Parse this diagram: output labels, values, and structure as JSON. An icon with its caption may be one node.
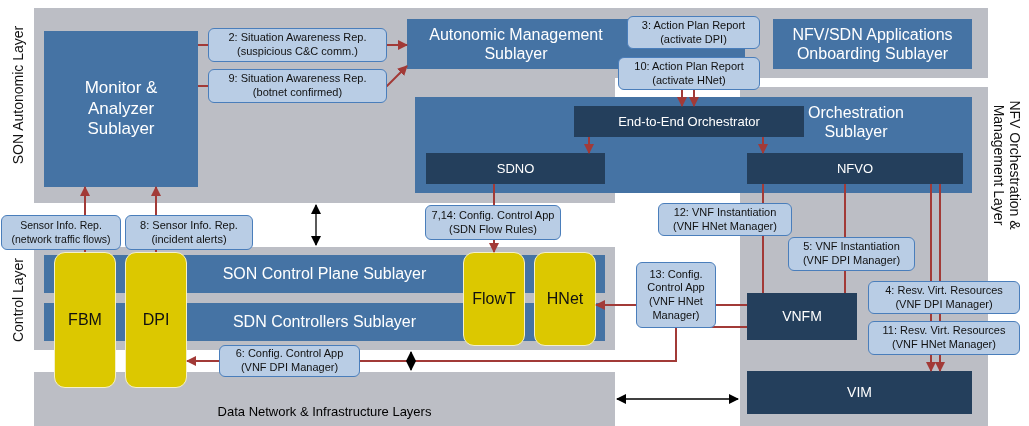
{
  "diagram": {
    "nodes": [
      {
        "text": [
          "SON Autonomic Layer"
        ]
      },
      {
        "text": [
          "Monitor & Analyzer Sublayer"
        ],
        "in": 0
      },
      {
        "text": [
          "Autonomic Management Sublayer"
        ],
        "in": 0
      },
      {
        "text": [
          "NFV/SDN Applications Onboarding Sublayer"
        ],
        "in": 0
      },
      {
        "text": [
          "NFV Orchestration & Management Layer"
        ]
      },
      {
        "text": [
          "Orchestration Sublayer"
        ]
      },
      {
        "text": [
          "End-to-End Orchestrator"
        ],
        "in": 5
      },
      {
        "text": [
          "SDNO"
        ],
        "in": 5
      },
      {
        "text": [
          "NFVO"
        ]
      },
      {
        "text": [
          "Control Layer"
        ]
      },
      {
        "text": [
          "SON Control Plane Sublayer"
        ],
        "in": 9
      },
      {
        "text": [
          "SDN Controllers Sublayer"
        ],
        "in": 9
      },
      {
        "text": [
          "FBM"
        ]
      },
      {
        "text": [
          "DPI"
        ]
      },
      {
        "text": [
          "FlowT"
        ],
        "in": 9
      },
      {
        "text": [
          "HNet"
        ],
        "in": 9
      },
      {
        "text": [
          "Data Network & Infrastructure Layers"
        ]
      },
      {
        "text": [
          "VNFM"
        ],
        "in": 4
      },
      {
        "text": [
          "VIM"
        ],
        "in": 4
      }
    ],
    "edges": [
      {
        "from": 12,
        "to": 1,
        "arrow": "to",
        "label": "Sensor Info. Rep. (network traffic flows)"
      },
      {
        "from": 13,
        "to": 1,
        "arrow": "to",
        "label": "8: Sensor Info. Rep. (incident alerts)"
      },
      {
        "from": 1,
        "to": 2,
        "arrow": "to",
        "label": "2: Situation Awareness Rep. (suspicious C&C comm.)"
      },
      {
        "from": 1,
        "to": 2,
        "arrow": "to",
        "label": "9: Situation Awareness Rep. (botnet confirmed)"
      },
      {
        "from": 2,
        "to": 6,
        "arrow": "to",
        "label": "3: Action Plan Report (activate DPI)"
      },
      {
        "from": 2,
        "to": 6,
        "arrow": "to",
        "label": "10: Action Plan Report (activate HNet)"
      },
      {
        "from": 6,
        "to": 7,
        "arrow": "to"
      },
      {
        "from": 6,
        "to": 8,
        "arrow": "to"
      },
      {
        "from": 7,
        "to": 14,
        "arrow": "to",
        "label": "7,14: Config. Control App (SDN Flow Rules)"
      },
      {
        "from": 8,
        "to": 17,
        "arrow": "none",
        "label": "12: VNF Instantiation (VNF HNet Manager)"
      },
      {
        "from": 17,
        "to": 15,
        "arrow": "to",
        "label": "13: Config. Control App (VNF HNet Manager)"
      },
      {
        "from": 8,
        "to": 17,
        "arrow": "none",
        "label": "5: VNF Instantiation (VNF DPI Manager)"
      },
      {
        "from": 17,
        "to": 13,
        "arrow": "to",
        "label": "6: Config. Control App (VNF DPI Manager)"
      },
      {
        "from": 8,
        "to": 18,
        "arrow": "to",
        "label": "4: Resv. Virt. Resources (VNF DPI Manager)"
      },
      {
        "from": 8,
        "to": 18,
        "arrow": "to",
        "label": "11: Resv. Virt. Resources (VNF HNet Manager)"
      },
      {
        "from": 0,
        "to": 9,
        "arrow": "both",
        "color": "#000000"
      },
      {
        "from": 9,
        "to": 16,
        "arrow": "both",
        "color": "#000000"
      },
      {
        "from": 16,
        "to": 4,
        "arrow": "both",
        "color": "#000000"
      }
    ]
  }
}
